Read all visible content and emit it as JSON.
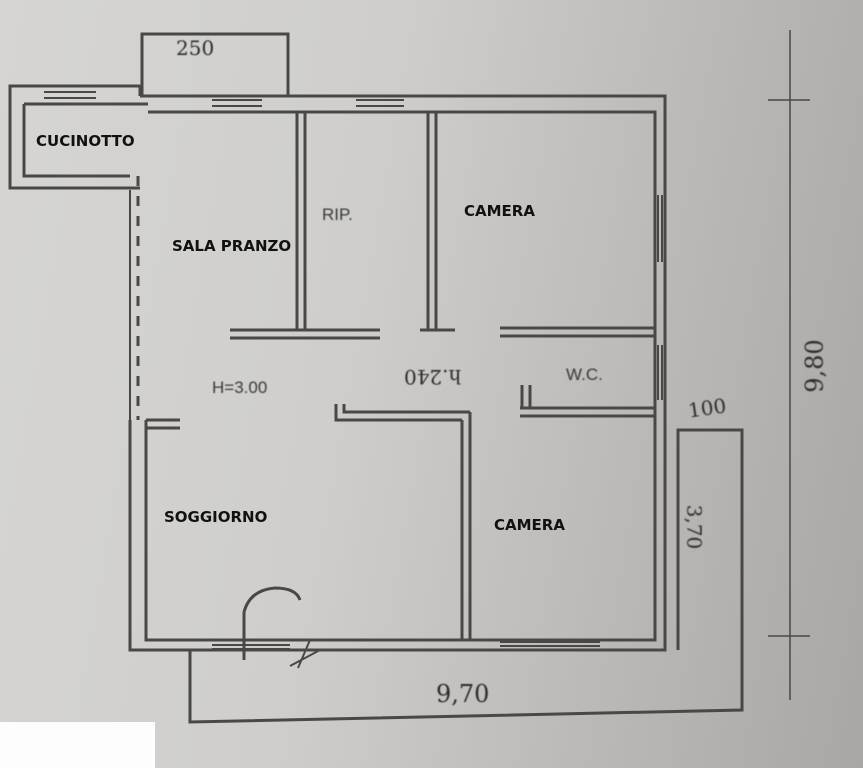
{
  "rooms": [
    {
      "id": "cucinotto",
      "label": "CUCINOTTO"
    },
    {
      "id": "sala-pranzo",
      "label": "SALA PRANZO"
    },
    {
      "id": "ripostiglio",
      "label": "RIP."
    },
    {
      "id": "camera-1",
      "label": "CAMERA"
    },
    {
      "id": "wc",
      "label": "W.C."
    },
    {
      "id": "soggiorno",
      "label": "SOGGIORNO"
    },
    {
      "id": "camera-2",
      "label": "CAMERA"
    }
  ],
  "annotations": {
    "ceiling_height": "H=3.00",
    "ceiling_height_2": "h.240",
    "balcony_width": "250",
    "terrace_width": "100",
    "terrace_length": "3,70",
    "total_width": "9,70",
    "total_depth": "9,80"
  },
  "colors": {
    "wall": "#4a4846",
    "paper": "#d2d1ce",
    "label": "#111111"
  }
}
